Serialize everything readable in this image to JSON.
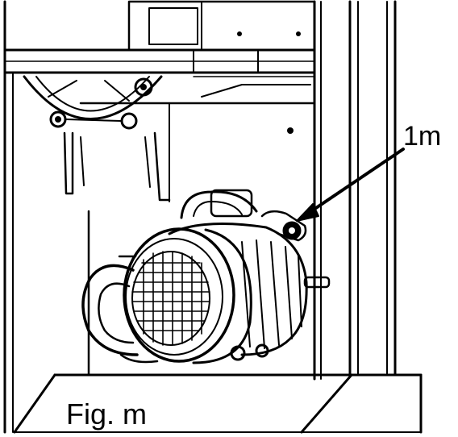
{
  "callout": {
    "label": "1m"
  },
  "figure": {
    "caption": "Fig. m"
  },
  "colors": {
    "line": "#000000",
    "background": "#ffffff"
  },
  "parts": [
    {
      "name": "motor-body"
    },
    {
      "name": "fan-cover-grille"
    },
    {
      "name": "drive-pulley"
    },
    {
      "name": "motor-shaft"
    },
    {
      "name": "tension-knob"
    },
    {
      "name": "upper-wheel-assembly"
    },
    {
      "name": "cabinet-frame"
    },
    {
      "name": "base-plate"
    }
  ]
}
